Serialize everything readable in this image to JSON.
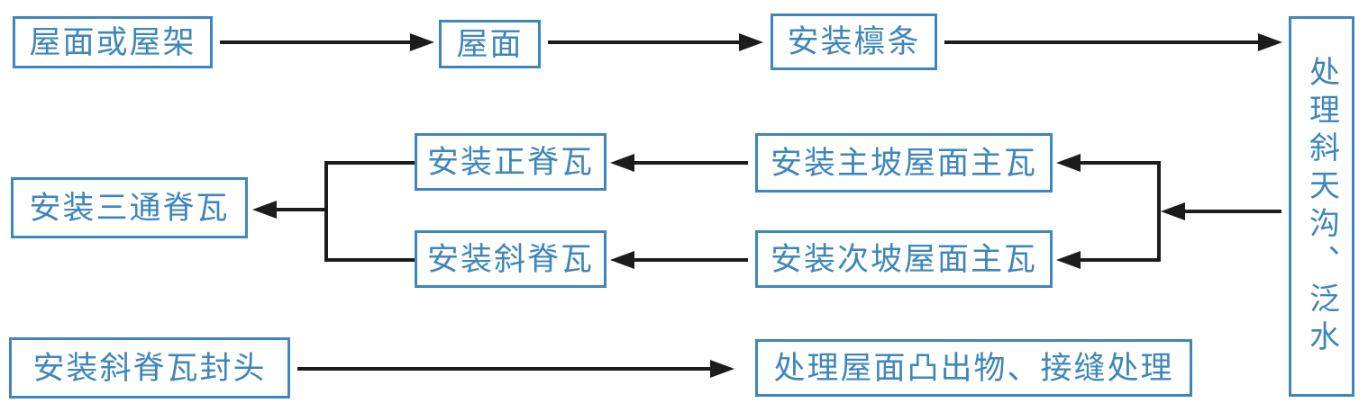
{
  "colors": {
    "box_border": "#3e86bb",
    "box_text": "#3e86bb",
    "arrow": "#1c1c1c",
    "background": "#ffffff"
  },
  "diagram_type": "flowchart",
  "nodes": [
    {
      "id": "roof-or-truss",
      "label": "屋面或屋架"
    },
    {
      "id": "roof",
      "label": "屋面"
    },
    {
      "id": "install-purlins",
      "label": "安装檩条"
    },
    {
      "id": "handle-valley-flashing",
      "label": "处理斜天沟、泛水"
    },
    {
      "id": "install-main-ridge-tile",
      "label": "安装正脊瓦"
    },
    {
      "id": "install-main-slope-tile",
      "label": "安装主坡屋面主瓦"
    },
    {
      "id": "install-three-way-ridge-tile",
      "label": "安装三通脊瓦"
    },
    {
      "id": "install-hip-ridge-tile",
      "label": "安装斜脊瓦"
    },
    {
      "id": "install-secondary-slope-tile",
      "label": "安装次坡屋面主瓦"
    },
    {
      "id": "install-hip-ridge-end-cap",
      "label": "安装斜脊瓦封头"
    },
    {
      "id": "handle-protrusions-seams",
      "label": "处理屋面凸出物、接缝处理"
    }
  ],
  "edges": [
    {
      "from": "屋面或屋架",
      "to": "屋面"
    },
    {
      "from": "屋面",
      "to": "安装檩条"
    },
    {
      "from": "安装檩条",
      "to": "处理斜天沟、泛水"
    },
    {
      "from": "处理斜天沟、泛水",
      "to": "安装主坡屋面主瓦"
    },
    {
      "from": "处理斜天沟、泛水",
      "to": "安装次坡屋面主瓦"
    },
    {
      "from": "安装主坡屋面主瓦",
      "to": "安装正脊瓦"
    },
    {
      "from": "安装次坡屋面主瓦",
      "to": "安装斜脊瓦"
    },
    {
      "from": "安装正脊瓦",
      "to": "安装三通脊瓦"
    },
    {
      "from": "安装斜脊瓦",
      "to": "安装三通脊瓦"
    },
    {
      "from": "安装斜脊瓦封头",
      "to": "处理屋面凸出物、接缝处理"
    }
  ]
}
